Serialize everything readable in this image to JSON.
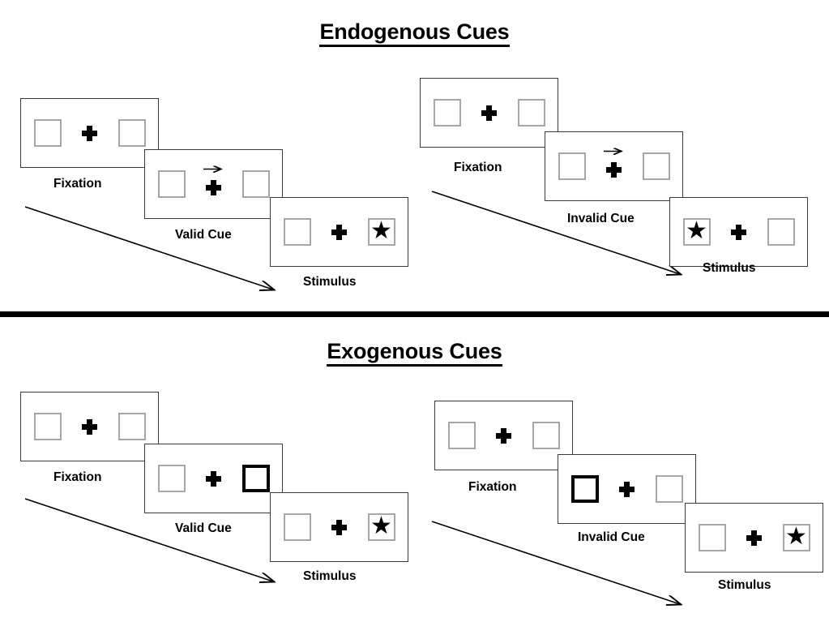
{
  "figure": {
    "divider_color": "#000000",
    "background": "#ffffff"
  },
  "sections": [
    {
      "id": "endogenous",
      "title": "Endogenous Cues",
      "cue_type": "endogenous",
      "sequences": [
        {
          "id": "endogenous-valid",
          "validity": "valid",
          "steps": [
            {
              "caption": "Fixation",
              "left_square": "empty",
              "right_square": "empty",
              "arrow": "none",
              "cued_side": "none"
            },
            {
              "caption": "Valid Cue",
              "left_square": "empty",
              "right_square": "empty",
              "arrow": "right",
              "cued_side": "none"
            },
            {
              "caption": "Stimulus",
              "left_square": "empty",
              "right_square": "star",
              "arrow": "none",
              "cued_side": "none"
            }
          ]
        },
        {
          "id": "endogenous-invalid",
          "validity": "invalid",
          "steps": [
            {
              "caption": "Fixation",
              "left_square": "empty",
              "right_square": "empty",
              "arrow": "none",
              "cued_side": "none"
            },
            {
              "caption": "Invalid Cue",
              "left_square": "empty",
              "right_square": "empty",
              "arrow": "right",
              "cued_side": "none"
            },
            {
              "caption": "Stimulus",
              "left_square": "star",
              "right_square": "empty",
              "arrow": "none",
              "cued_side": "none"
            }
          ]
        }
      ]
    },
    {
      "id": "exogenous",
      "title": "Exogenous Cues",
      "cue_type": "exogenous",
      "sequences": [
        {
          "id": "exogenous-valid",
          "validity": "valid",
          "steps": [
            {
              "caption": "Fixation",
              "left_square": "empty",
              "right_square": "empty",
              "arrow": "none",
              "cued_side": "none"
            },
            {
              "caption": "Valid Cue",
              "left_square": "empty",
              "right_square": "empty",
              "arrow": "none",
              "cued_side": "right"
            },
            {
              "caption": "Stimulus",
              "left_square": "empty",
              "right_square": "star",
              "arrow": "none",
              "cued_side": "none"
            }
          ]
        },
        {
          "id": "exogenous-invalid",
          "validity": "invalid",
          "steps": [
            {
              "caption": "Fixation",
              "left_square": "empty",
              "right_square": "empty",
              "arrow": "none",
              "cued_side": "none"
            },
            {
              "caption": "Invalid Cue",
              "left_square": "empty",
              "right_square": "empty",
              "arrow": "none",
              "cued_side": "left"
            },
            {
              "caption": "Stimulus",
              "left_square": "empty",
              "right_square": "star",
              "arrow": "none",
              "cued_side": "none"
            }
          ]
        }
      ]
    }
  ],
  "glyphs": {
    "star": "★"
  }
}
